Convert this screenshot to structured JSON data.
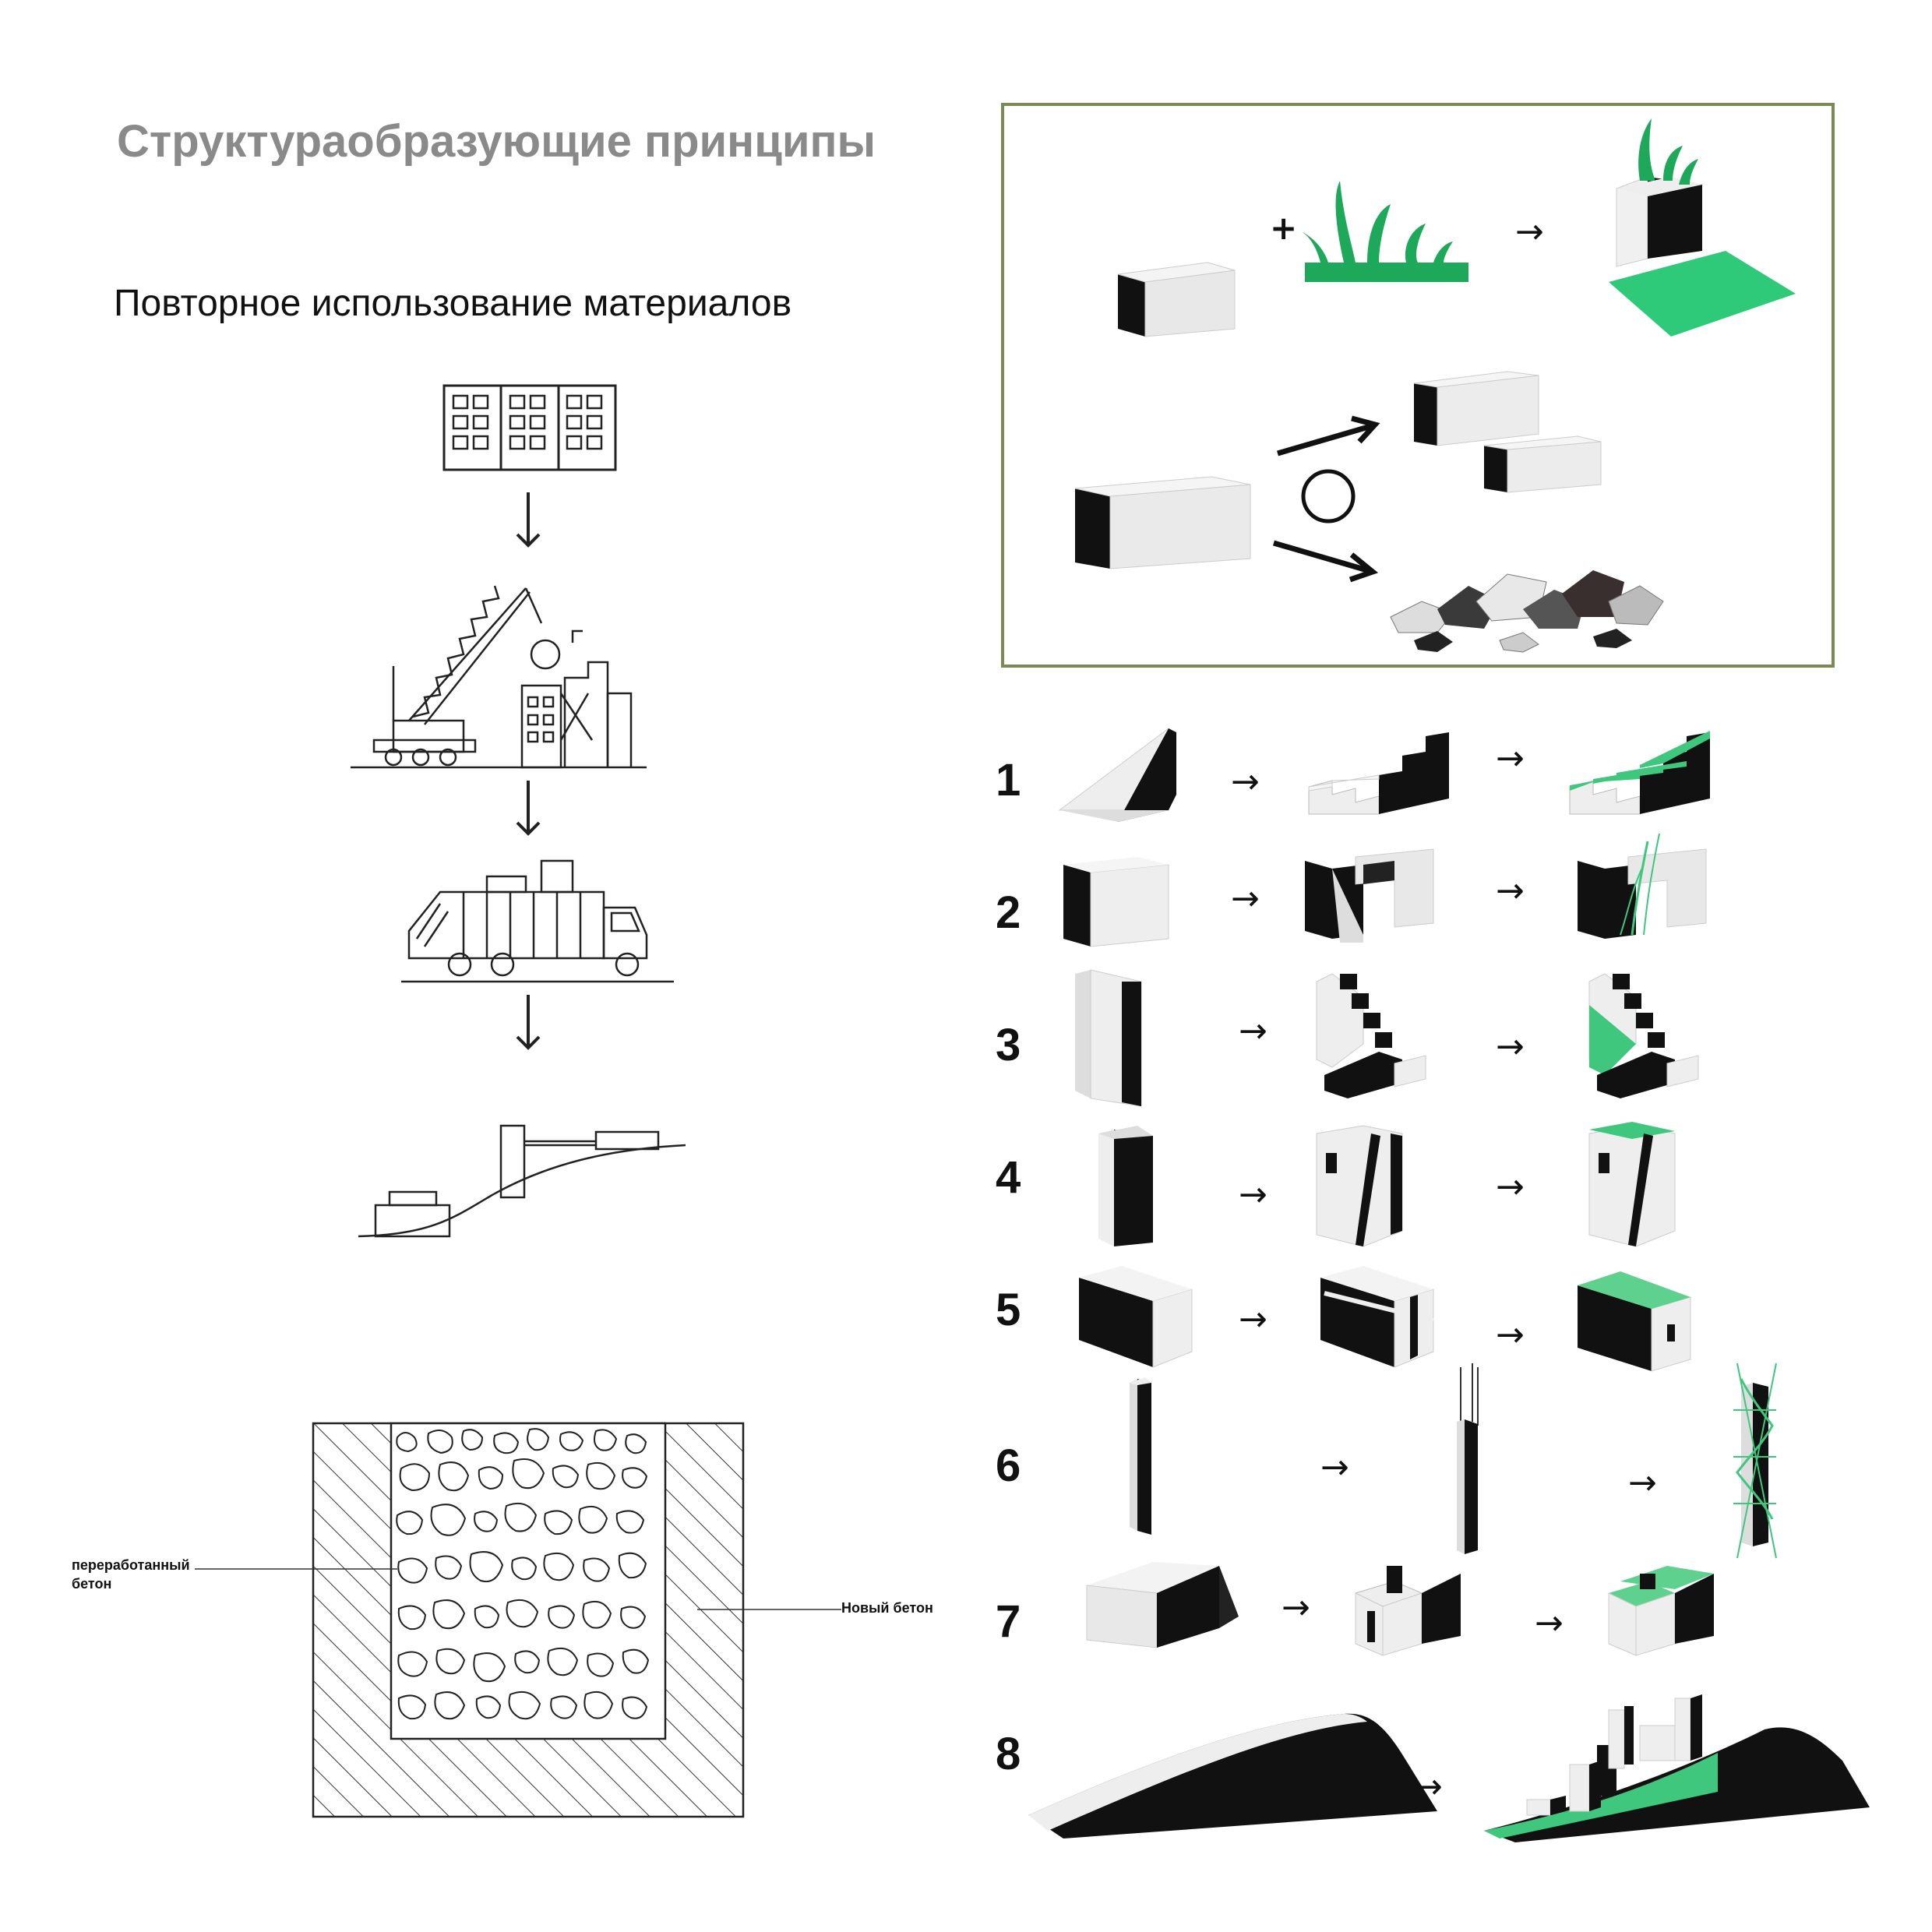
{
  "heading": "Структураобразующие принципы",
  "subheading": "Повторное использование материалов",
  "section_labels": {
    "recycled": "переработанный\nбетон",
    "new": "Новый бетон"
  },
  "box_symbols": {
    "plus": "+",
    "arrow": "→"
  },
  "steps": [
    {
      "num": "1",
      "arrow": "→"
    },
    {
      "num": "2",
      "arrow": "→"
    },
    {
      "num": "3",
      "arrow": "→"
    },
    {
      "num": "4",
      "arrow": "→"
    },
    {
      "num": "5",
      "arrow": "→"
    },
    {
      "num": "6",
      "arrow": "→"
    },
    {
      "num": "7",
      "arrow": "→"
    },
    {
      "num": "8",
      "arrow": "→"
    }
  ],
  "colors": {
    "accent_green": "#3ec77d",
    "frame": "#7a8a55",
    "title_grey": "#8a8a8a"
  }
}
